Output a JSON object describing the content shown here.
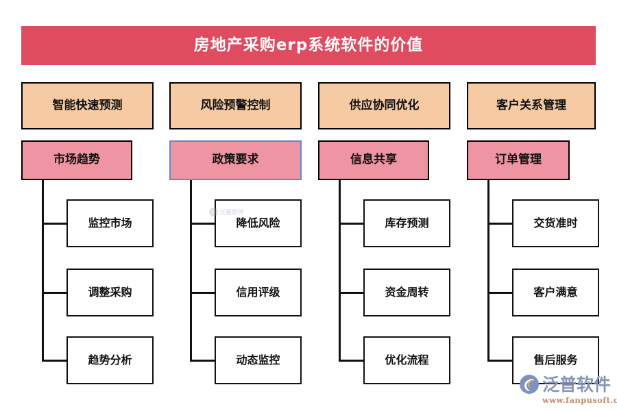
{
  "title": {
    "text": "房地产采购erp系统软件的价值",
    "background_color": "#e04c5f",
    "text_color": "#ffffff"
  },
  "colors": {
    "banner": "#e04c5f",
    "level1_fill": "#f6cba4",
    "level2_fill": "#ef94a2",
    "leaf_fill": "#ffffff",
    "border": "#111111",
    "selected_border": "#6b83c9",
    "logo_text": "#8795bb",
    "logo_url": "#c08a6e"
  },
  "chart_data": {
    "type": "diagram",
    "title": "房地产采购erp系统软件的价值",
    "levels": 3,
    "columns": 4
  },
  "columns": [
    {
      "level1": "智能快速预测",
      "level2": "市场趋势",
      "level2_selected": false,
      "leaves": [
        "监控市场",
        "调整采购",
        "趋势分析"
      ]
    },
    {
      "level1": "风险预警控制",
      "level2": "政策要求",
      "level2_selected": true,
      "leaves": [
        "降低风险",
        "信用评级",
        "动态监控"
      ]
    },
    {
      "level1": "供应协同优化",
      "level2": "信息共享",
      "level2_selected": false,
      "leaves": [
        "库存预测",
        "资金周转",
        "优化流程"
      ]
    },
    {
      "level1": "客户关系管理",
      "level2": "订单管理",
      "level2_selected": false,
      "leaves": [
        "交货准时",
        "客户满意",
        "售后服务"
      ]
    }
  ],
  "watermarks": {
    "inline_text": "泛普软件",
    "logo_text": "泛普软件",
    "logo_url": "www.fanpusoft.com"
  }
}
